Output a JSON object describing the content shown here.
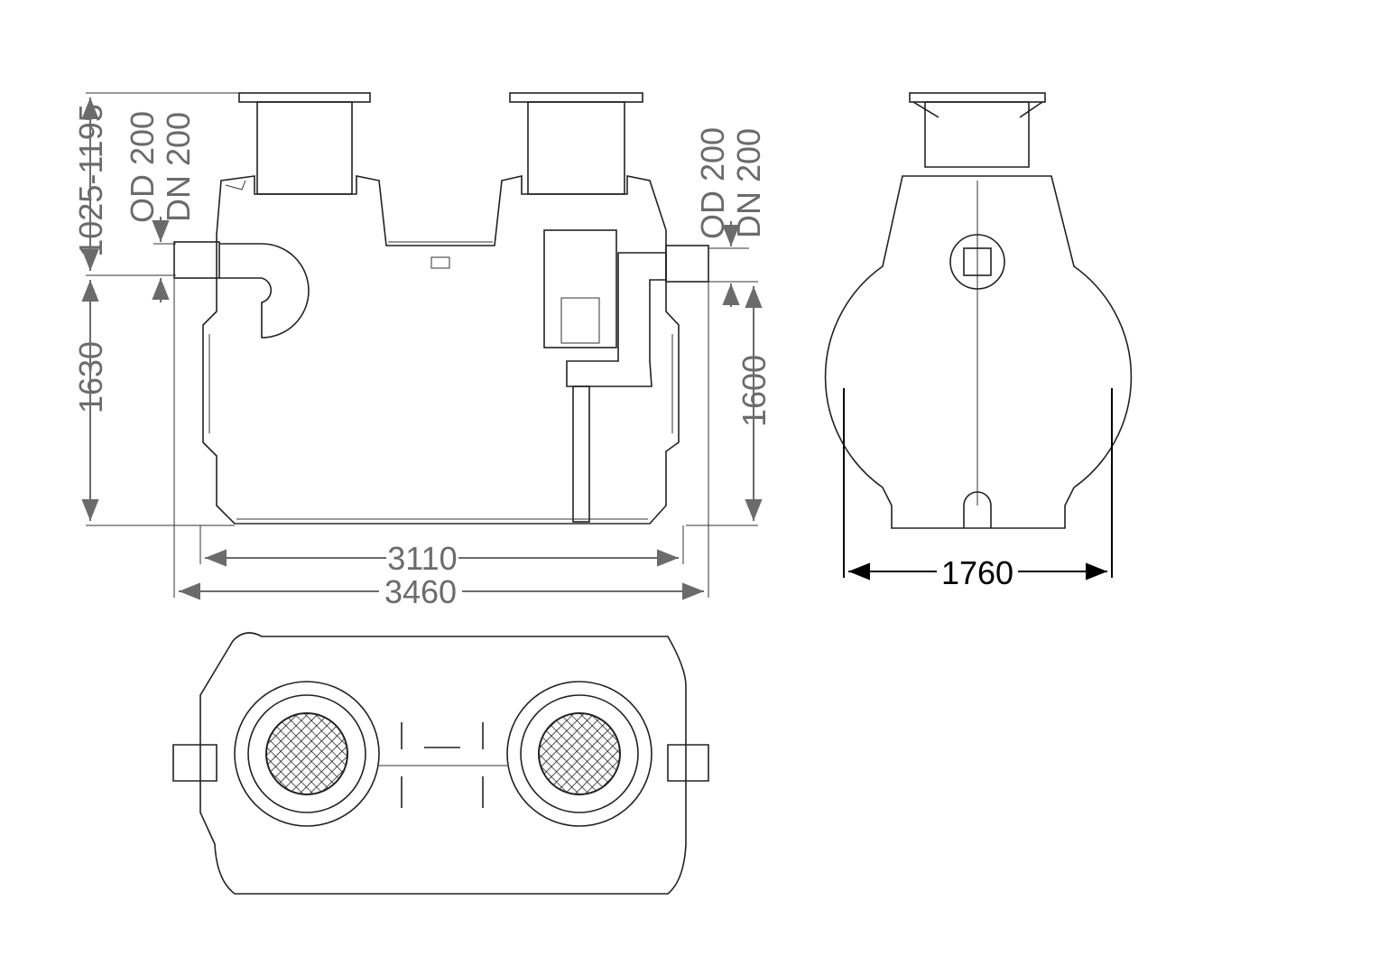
{
  "dimensions": {
    "inlet_height_range": "1025-1195",
    "inlet_od": "OD 200",
    "inlet_dn": "DN 200",
    "inlet_invert_height": "1630",
    "outlet_od": "OD 200",
    "outlet_dn": "DN 200",
    "outlet_invert_height": "1600",
    "body_length": "3110",
    "overall_length": "3460",
    "width": "1760"
  },
  "colors": {
    "dimension_gray": "#6b6b6b",
    "line": "#222222"
  }
}
